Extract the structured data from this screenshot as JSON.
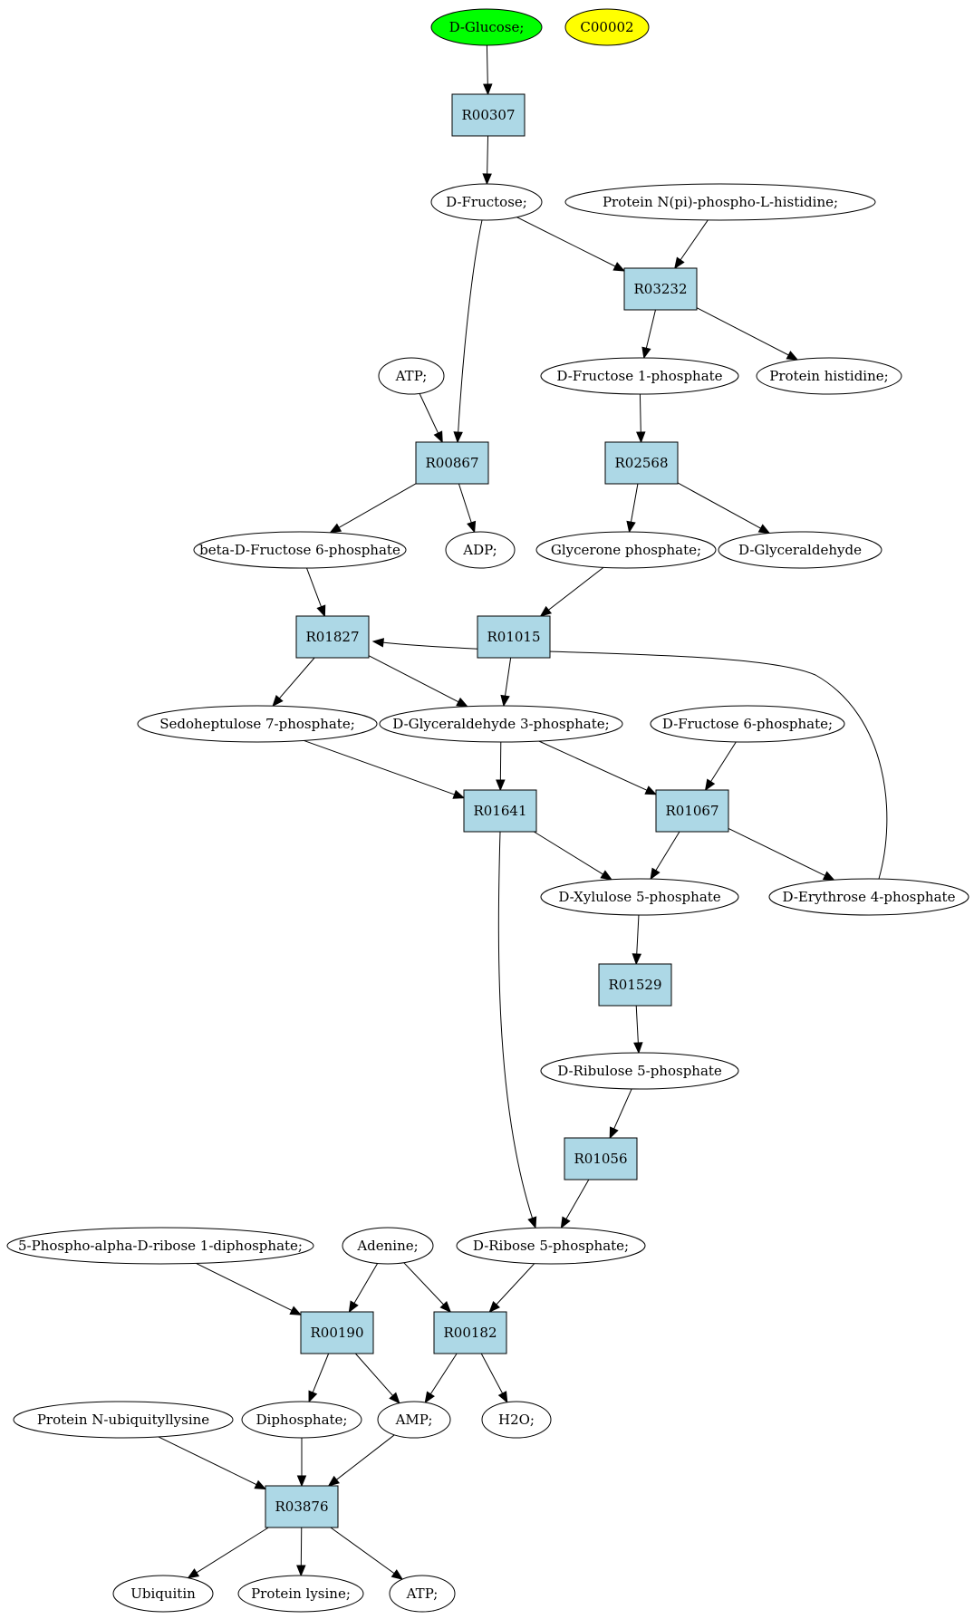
{
  "compounds": [
    {
      "id": "glucose",
      "label": "D-Glucose;",
      "fill": "#00ff00"
    },
    {
      "id": "c00002",
      "label": "C00002",
      "fill": "#ffff00"
    },
    {
      "id": "fructose",
      "label": "D-Fructose;",
      "fill": "#ffffff"
    },
    {
      "id": "protein_npi",
      "label": "Protein N(pi)-phospho-L-histidine;",
      "fill": "#ffffff"
    },
    {
      "id": "atp1",
      "label": "ATP;",
      "fill": "#ffffff"
    },
    {
      "id": "fru1p",
      "label": "D-Fructose 1-phosphate",
      "fill": "#ffffff"
    },
    {
      "id": "prot_his",
      "label": "Protein histidine;",
      "fill": "#ffffff"
    },
    {
      "id": "bdf6p",
      "label": "beta-D-Fructose 6-phosphate",
      "fill": "#ffffff"
    },
    {
      "id": "adp",
      "label": "ADP;",
      "fill": "#ffffff"
    },
    {
      "id": "glycerone",
      "label": "Glycerone phosphate;",
      "fill": "#ffffff"
    },
    {
      "id": "dglyceraldehyde",
      "label": "D-Glyceraldehyde",
      "fill": "#ffffff"
    },
    {
      "id": "sedo7p",
      "label": "Sedoheptulose 7-phosphate;",
      "fill": "#ffffff"
    },
    {
      "id": "g3p",
      "label": "D-Glyceraldehyde 3-phosphate;",
      "fill": "#ffffff"
    },
    {
      "id": "f6p",
      "label": "D-Fructose 6-phosphate;",
      "fill": "#ffffff"
    },
    {
      "id": "xu5p",
      "label": "D-Xylulose 5-phosphate",
      "fill": "#ffffff"
    },
    {
      "id": "e4p",
      "label": "D-Erythrose 4-phosphate",
      "fill": "#ffffff"
    },
    {
      "id": "ru5p",
      "label": "D-Ribulose 5-phosphate",
      "fill": "#ffffff"
    },
    {
      "id": "prpp",
      "label": "5-Phospho-alpha-D-ribose 1-diphosphate;",
      "fill": "#ffffff"
    },
    {
      "id": "adenine",
      "label": "Adenine;",
      "fill": "#ffffff"
    },
    {
      "id": "r5p",
      "label": "D-Ribose 5-phosphate;",
      "fill": "#ffffff"
    },
    {
      "id": "prot_ubq",
      "label": "Protein N-ubiquityllysine",
      "fill": "#ffffff"
    },
    {
      "id": "diphosphate",
      "label": "Diphosphate;",
      "fill": "#ffffff"
    },
    {
      "id": "amp",
      "label": "AMP;",
      "fill": "#ffffff"
    },
    {
      "id": "h2o",
      "label": "H2O;",
      "fill": "#ffffff"
    },
    {
      "id": "ubiquitin",
      "label": "Ubiquitin",
      "fill": "#ffffff"
    },
    {
      "id": "prot_lys",
      "label": "Protein lysine;",
      "fill": "#ffffff"
    },
    {
      "id": "atp2",
      "label": "ATP;",
      "fill": "#ffffff"
    }
  ],
  "reactions": [
    {
      "id": "R00307",
      "label": "R00307"
    },
    {
      "id": "R03232",
      "label": "R03232"
    },
    {
      "id": "R00867",
      "label": "R00867"
    },
    {
      "id": "R02568",
      "label": "R02568"
    },
    {
      "id": "R01827",
      "label": "R01827"
    },
    {
      "id": "R01015",
      "label": "R01015"
    },
    {
      "id": "R01641",
      "label": "R01641"
    },
    {
      "id": "R01067",
      "label": "R01067"
    },
    {
      "id": "R01529",
      "label": "R01529"
    },
    {
      "id": "R01056",
      "label": "R01056"
    },
    {
      "id": "R00190",
      "label": "R00190"
    },
    {
      "id": "R00182",
      "label": "R00182"
    },
    {
      "id": "R03876",
      "label": "R03876"
    }
  ],
  "edges": [
    [
      "glucose",
      "R00307"
    ],
    [
      "R00307",
      "fructose"
    ],
    [
      "fructose",
      "R03232"
    ],
    [
      "protein_npi",
      "R03232"
    ],
    [
      "fructose",
      "R00867"
    ],
    [
      "R03232",
      "fru1p"
    ],
    [
      "R03232",
      "prot_his"
    ],
    [
      "atp1",
      "R00867"
    ],
    [
      "fru1p",
      "R02568"
    ],
    [
      "R00867",
      "bdf6p"
    ],
    [
      "R00867",
      "adp"
    ],
    [
      "R02568",
      "glycerone"
    ],
    [
      "R02568",
      "dglyceraldehyde"
    ],
    [
      "bdf6p",
      "R01827"
    ],
    [
      "glycerone",
      "R01015"
    ],
    [
      "R01827",
      "sedo7p"
    ],
    [
      "R01827",
      "g3p"
    ],
    [
      "R01015",
      "g3p"
    ],
    [
      "sedo7p",
      "R01641"
    ],
    [
      "g3p",
      "R01641"
    ],
    [
      "g3p",
      "R01067"
    ],
    [
      "f6p",
      "R01067"
    ],
    [
      "R01641",
      "xu5p"
    ],
    [
      "R01067",
      "xu5p"
    ],
    [
      "R01067",
      "e4p"
    ],
    [
      "e4p",
      "R01827"
    ],
    [
      "xu5p",
      "R01529"
    ],
    [
      "R01529",
      "ru5p"
    ],
    [
      "ru5p",
      "R01056"
    ],
    [
      "R01641",
      "r5p"
    ],
    [
      "R01056",
      "r5p"
    ],
    [
      "prpp",
      "R00190"
    ],
    [
      "adenine",
      "R00190"
    ],
    [
      "adenine",
      "R00182"
    ],
    [
      "r5p",
      "R00182"
    ],
    [
      "R00190",
      "diphosphate"
    ],
    [
      "R00190",
      "amp"
    ],
    [
      "R00182",
      "amp"
    ],
    [
      "R00182",
      "h2o"
    ],
    [
      "prot_ubq",
      "R03876"
    ],
    [
      "diphosphate",
      "R03876"
    ],
    [
      "amp",
      "R03876"
    ],
    [
      "R03876",
      "ubiquitin"
    ],
    [
      "R03876",
      "prot_lys"
    ],
    [
      "R03876",
      "atp2"
    ]
  ]
}
